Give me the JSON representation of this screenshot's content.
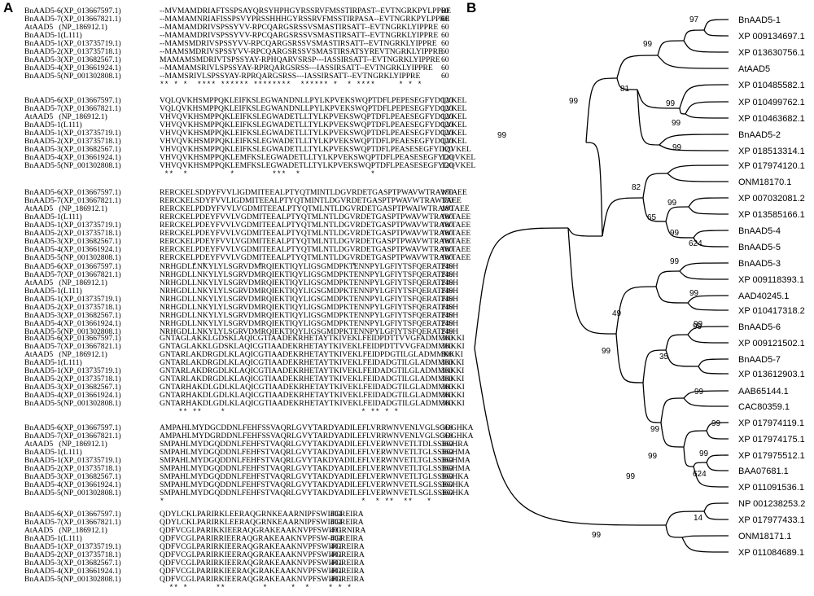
{
  "panels": {
    "a": "A",
    "b": "B"
  },
  "names": [
    "BnAAD5-6(XP_013667597.1)",
    "BnAAD5-7(XP_013667821.1)",
    "AtAAD5   (NP_186912.1)",
    "BnAAD5-1(L111)",
    "BnAAD5-1(XP_013735719.1)",
    "BnAAD5-2(XP_013735718.1)",
    "BnAAD5-3(XP_013682567.1)",
    "BnAAD5-4(XP_013661924.1)",
    "BnAAD5-5(NP_001302808.1)"
  ],
  "blocks": [
    {
      "seqs": [
        "--MVMAMDRIAFTSSPSAYQRSYHPHGYRSSRVFMSSTIRPAST--EVTNGRKPYLPPRE",
        "--MAMAMNRIAFISSPSVYPRSSHHHGYRSSRVFMSSTIRPASA--EVTNGRKPYLPPRE",
        "--MAMAMDRIVSPSSYVV-RPCQARGSRSSVSMASTIRSATT--EVTNGRKLYIPPRE",
        "--MAMAMDRIVSPSSYVV-RPCQARGSRSSVSMASTIRSATT--EVTNGRKLYIPPRE",
        "--MAMSMDRIVSPSSYVV-RPCQARGSRSSVSMASTIRSATT--EVTNGRKLYIPPRE",
        "--MAMSMDRIVSPSSYVV-RPCQARGSRSSVSMASTIRSATSYREVTNGRKLYIPPRE",
        "MAMAMSMDRIVTSPSSYAY-RPHQARVSRSP---IASSIRSATT--EVTNGRKLYIPPRE",
        "--MAMAMSRIVLSPSSYAY-RPRQARGSRSS---IASSIRSATT--EVTNGRKLYIPPRE",
        "--MAMSRIVLSPSSYAY-RPRQARGSRSS---IASSIRSATT--EVTNGRKLYIPPRE"
      ],
      "end": "60",
      "stars": "** * *  **** ****** ********  ****** *  * ****     * * *"
    },
    {
      "seqs": [
        "VQLQVKHSMPPQKLEIFKSLEGWANDNLLPYLKPVEKSWQPTDFLPEPESEGFYDQVKEL",
        "VQLQVKHSMPPQKLEIFKSLEGWANDNLLPYLKPVEKSWQPTDFLPEPESEGFYDQVKEL",
        "VHVQVKHSMPPQKLEIFKSLEGWADETLLTYLKPVEKSWQPTDFLPEAESEGFYDQVKEL",
        "VHVQVKHSMPPQKLEIFKSLEGWADETLLTYLKPVEKSWQPTDFLPEAESEGFYDQVKEL",
        "VHVQVKHSMPPQKLEIFKSLEGWADETLLTYLKPVEKSWQPTDFLPEAESEGFYDQVKEL",
        "VHVQVKHSMPPQKLEIFKSLEGWADETLLTYLKPVEKSWQPTDFLPEAESEGFYDQVKEL",
        "VHVQVKHSMPPQKLEIFKSLEGWADETLLTYLKPVEKSWQPTDFLPEASESEGFYDQVKEL",
        "VHVQVKHSMPPQKLEMFKSLEGWADETLLTYLKPVEKSWQPTDFLPEASESEGFYDQVKEL",
        "VHVQVKHSMPPQKLEMFKSLEGWADETLLTYLKPVEKSWQPTDFLPEASESEGFYDQVKEL"
      ],
      "end": "120",
      "stars": " **  *         *        ***  *               *"
    },
    {
      "seqs": [
        "RERCKELSDDYFVVLIGDMITEEALPTYQTMINTLDGVRDETGASPTPWAVWTRAWTAEE",
        "RERCKELSDYFVVLIGDMITEEALPTYQTMINTLDGVRDETGASPTPWAVWTRAWTAEE",
        "RERCKELPDDYFVVLVGDMITEEALPTYQTMLNTLDGVRDETGASPTPWAIWTRAWTAEE",
        "RERCKELPDEYFVVLVGDMITEEALPTYQTMLNTLDGVRDETGASPTPWAVWTRAWTAEE",
        "RERCKELPDEYFVVLVGDMITEEALPTYQTMLNTLDGVRDETGASPTPWAVWTRAWTAEE",
        "RERCKELPDEYFVVLVGDMITEEALPTYQTMLNTLDGVRDETGASPTPWAVWTRAWTAEE",
        "RERCKELPDEYFVVLVGDMITEEALPTYQTMLNTLDGVRDETGASPTPWAVWTRAWTAEE",
        "RERCKELPDEYFVVLVGDMITEEALPTYQTMLNTLDGVRDETGASPTPWAVWTRAWTAEE",
        "RERCKELPDEYFVVLVGDMITEEALPTYQTMLNTLDGVRDETGASPTPWAVWTRAWTAEE"
      ],
      "end": "180",
      "stars": "       * *           *                   *"
    },
    {
      "seqs": [
        "NRHGDLLNKYLYLSGRVDMRQIEKTIQYLIGSGMDPKTENNPYLGFIYTSFQERATFISH",
        "NRHGDLLNKYLYLSGRVDMRQIEKTIQYLIGSGMDPKTENNPYLGFIYTSFQERATFISH",
        "NRHGDLLNKYLYLSGRVDMRQIEKTIQYLIGSGMDPKTENNPYLGFIYTSFQERATFISH",
        "NRHGDLLNKYLYLSGRVDMRQIEKTIQYLIGSGMDPKTENNPYLGFIYTSFQERATFISH",
        "NRHGDLLNKYLYLSGRVDMRQIEKTIQYLIGSGMDPKTENNPYLGFIYTSFQERATFISH",
        "NRHGDLLNKYLYLSGRVDMRQIEKTIQYLIGSGMDPKTENNPYLGFIYTSFQERATFISH",
        "NRHGDLLNKYLYLSGRVDMRQIEKTIQYLIGSGMDPKTENNPYLGFIYTSFQERATFISH",
        "NRHGDLLNKYLYLSGRVDMRQIEKTIQYLIGSGMDPKTENNPYLGFIYTSFQERATFISH",
        "NRHGDLLNKYLYLSGRVDMRQIEKTIQYLIGSGMDPKTENNPYLGFIYTSFQERATFISH"
      ],
      "end": "240",
      "stars": ""
    },
    {
      "seqs": [
        "GNTAGLAKKLGDSKLAQICGTIAADEKRHETAYTKIVEKLFEIDPDTTVVGFADMMKKKI",
        "GNTAGLAKKLGDSKLAQICGTIAADEKRHETAYTKIVEKLFEIDPDTTVVGFADMMKKKI",
        "GNTARLAKDRGDLKLAQICGTIAADEKRHETAYTKIVEKLFEIDPDGTILGLADMMKKKI",
        "GNTARLAKDRGDLKLAQICGTIAADEKRHETAYTKIVEKLFEIDADGTILGLADMMKKKI",
        "GNTARLAKDRGDLKLAQICGTIAADEKRHETAYTKIVEKLFEIDADGTILGLADMMKKKI",
        "GNTARLAKDRGDLKLAQICGTIAADEKRHETAYTKIVEKLFEIDADGTILGLADMMKKKI",
        "GNTARHAKDLGDLKLAQICGTIAADEKRHETAYTKIVEKLFEIDADGTILGLADMMKKKI",
        "GNTARHAKDLGDLKLAQICGTIAADEKRHETAYTKIVEKLFEIDADGTILGLADMMKKKI",
        "GNTARHAKDLGDLKLAQICGTIAADEKRHETAYTKIVEKLFEIDADGTILGLADMMKKKI"
      ],
      "end": "300",
      "stars": "    ** **    *                             * ** * *"
    },
    {
      "seqs": [
        "AMPAHLMYDGCDDNLFEHFSSVAQRLGVYTARDYADILEFLVRRWNVENLVGLSGDGHKA",
        "AMPAHLMYDGRDDNLFEHFSSVAQRLGVYTARDYADILEFLVRRWNVENLVGLSGDGHKA",
        "SMPAHLMYDGQDDNLFEHFSTVAQRLGVYTAKDYADILEFLVERWNVETLTDLSSEGHRA",
        "SMPAHLMYDGQDDNLFEHFSTVAQRLGVYTAKDYADILEFLVERWNVETLTGLSSEGHMA",
        "SMPAHLMYDGQDDNLFEHFSTVAQRLGVYTAKDYADILEFLVERWNVETLTGLSSEGHMA",
        "SMPAHLMYDGQDDNLFEHFSTVAQRLGVYTAKDYADILEFLVERWNVETLTGLSSEGHMA",
        "SMPAHLMYDGQDDNLFEHFSTVAQRLGVYTAKDYADILEFLVERWNVETLTGLSSEGHKA",
        "SMPAHLMYDGQDDNLFEHFSTVAQRLGVYTAKDYADILEFLVERWNVETLSGLSSEGHKA",
        "SMPAHLMYDGQDDNLFEHFSTVAQRLGVYTAKDYADILEFLVERWNVETLSGLSSEGHKA"
      ],
      "end": "360",
      "stars": "*                                          *  * **  **   *"
    },
    {
      "seqs": [
        "QDYLCKLPARIRKLEERAQGRNKEAARNIPFSWIFGREIRA",
        "QDYLCKLPARIRKLEERAQGRNKEAARNIPFSWIFGREIRA",
        "QDFVCGLPARIKKIEERAQGRAKEAAKNVPFSWIFGRNIRA",
        "QDFVCGLPARIRRIEERAQGRAKEAAKNVPFSW-FGREIRA",
        "QDFVCGLPARIRKIEERAQGRAKEAAKNVPFSWIFGREIRA",
        "QDFVCGLPARIRKIEERAQGRAKEAAKNVPFSWIFGREIRA",
        "QDFVCGLPARIRKIEERAQGRAKEAAKNVPFSWIFGREIRA",
        "QDFVCGLPARIRKIEERAQGRAKEAAKNVPFSWIFGREIRA",
        "QDFVCGLPARIRKIEERAQGRAKEAAKNVPFSWIFGREIRA"
      ],
      "end": "401",
      "stars": "  ** *      **        *     *  *    * * *"
    }
  ],
  "leaves": [
    "BnAAD5-1",
    "XP 009134697.1",
    "XP 013630756.1",
    "AtAAD5",
    "XP 010485582.1",
    "XP 010499762.1",
    "XP 010463682.1",
    "BnAAD5-2",
    "XP 018513314.1",
    "XP 017974120.1",
    "ONM18170.1",
    "XP 007032081.2",
    "XP 013585166.1",
    "BnAAD5-4",
    "BnAAD5-5",
    "BnAAD5-3",
    "XP 009118393.1",
    "AAD40245.1",
    "XP 010417318.2",
    "BnAAD5-6",
    "XP 009121502.1",
    "BnAAD5-7",
    "XP 013612903.1",
    "AAB65144.1",
    "CAC80359.1",
    "XP 017974119.1",
    "XP 017974175.1",
    "XP 017975512.1",
    "BAA07681.1",
    "XP 011091536.1",
    "NP 001238253.2",
    "XP 017977433.1",
    "ONM18171.1",
    "XP 011084689.1"
  ],
  "bootstraps": [
    "97",
    "99",
    "81",
    "99",
    "99",
    "99",
    "99",
    "99",
    "82",
    "99",
    "65",
    "99",
    "624",
    "99",
    "99",
    "49",
    "99",
    "99",
    "35",
    "99",
    "99",
    "99",
    "99",
    "99",
    "624",
    "99",
    "99",
    "14",
    "99"
  ]
}
